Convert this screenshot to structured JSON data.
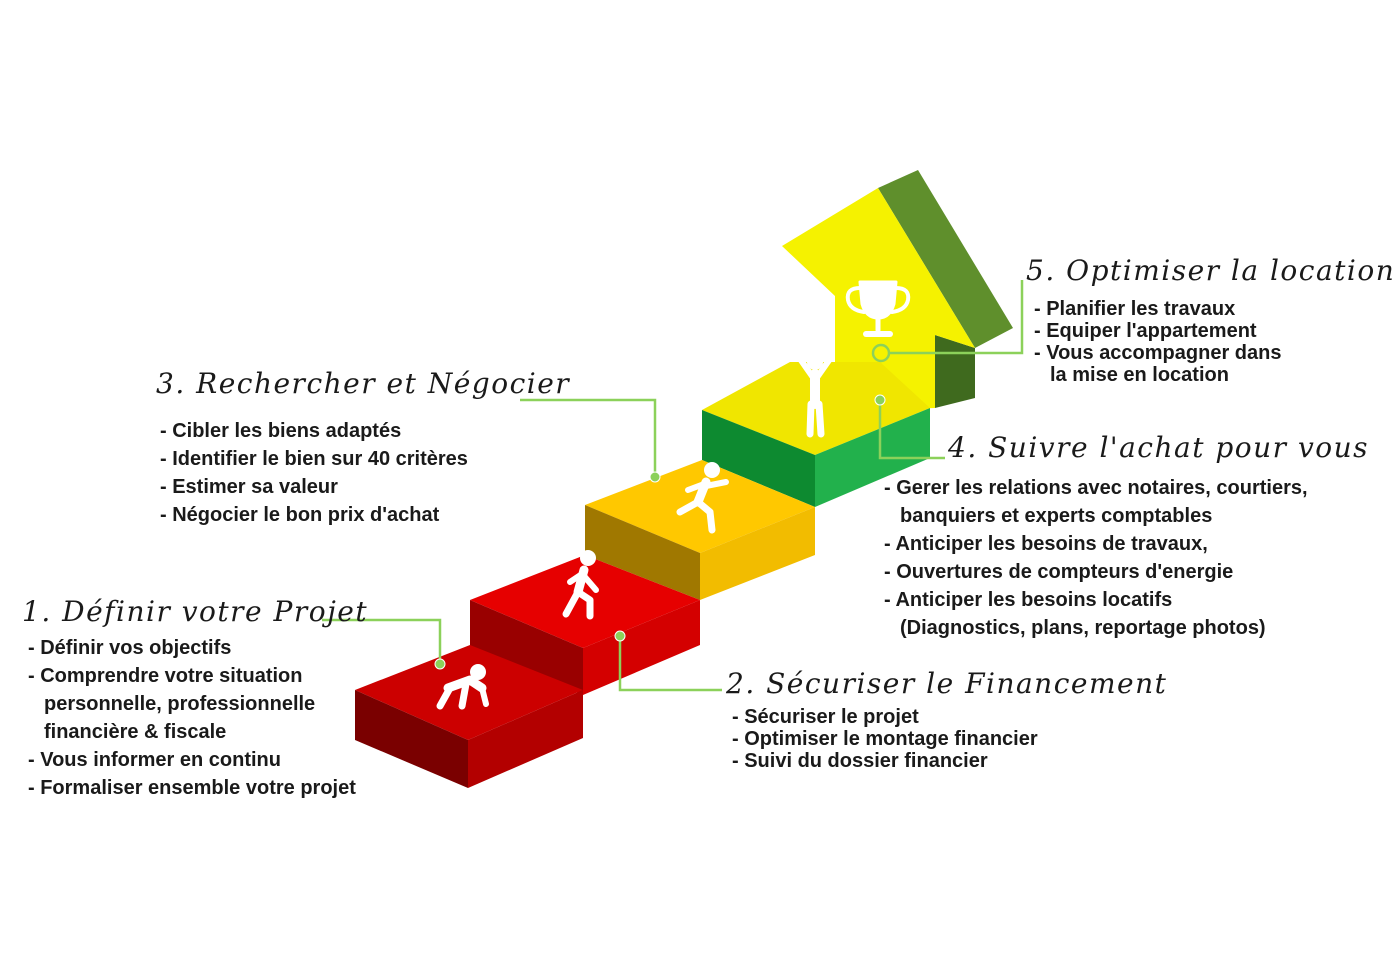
{
  "colors": {
    "step1": "#cc0000",
    "step2": "#e30000",
    "step3": "#ffc400",
    "step4": "#1fa83c",
    "step5": "#f2f200",
    "arrow_side": "#5a8a2a",
    "connector": "#8cd15a",
    "icon": "#ffffff"
  },
  "steps": [
    {
      "title": "1. Définir votre Projet",
      "icon": "crouching-runner-icon",
      "items": [
        {
          "line": "Définir vos objectifs"
        },
        {
          "line": "Comprendre votre situation",
          "cont1": "personnelle, professionnelle",
          "cont2": "financière & fiscale"
        },
        {
          "line": "Vous informer en continu"
        },
        {
          "line": "Formaliser ensemble votre projet"
        }
      ]
    },
    {
      "title": "2. Sécuriser le Financement",
      "icon": "walking-person-icon",
      "items": [
        {
          "line": "Sécuriser le projet"
        },
        {
          "line": "Optimiser le montage financier"
        },
        {
          "line": "Suivi du dossier financier"
        }
      ]
    },
    {
      "title": "3. Rechercher et Négocier",
      "icon": "running-person-icon",
      "items": [
        {
          "line": "Cibler les biens adaptés"
        },
        {
          "line": "Identifier le bien sur 40 critères"
        },
        {
          "line": "Estimer sa valeur"
        },
        {
          "line": "Négocier le bon prix d'achat"
        }
      ]
    },
    {
      "title": "4. Suivre l'achat pour vous",
      "icon": "victory-person-icon",
      "items": [
        {
          "line": "Gerer les relations avec notaires, courtiers,",
          "cont1": "banquiers et experts comptables"
        },
        {
          "line": "Anticiper les besoins de travaux,"
        },
        {
          "line": "Ouvertures de compteurs d'energie"
        },
        {
          "line": "Anticiper les besoins locatifs",
          "cont1": "(Diagnostics, plans, reportage photos)"
        }
      ]
    },
    {
      "title": "5. Optimiser la location",
      "icon": "trophy-icon",
      "items": [
        {
          "line": "Planifier les travaux"
        },
        {
          "line": "Equiper l'appartement"
        },
        {
          "line": "Vous accompagner dans",
          "cont1": "la mise en location"
        }
      ]
    }
  ]
}
